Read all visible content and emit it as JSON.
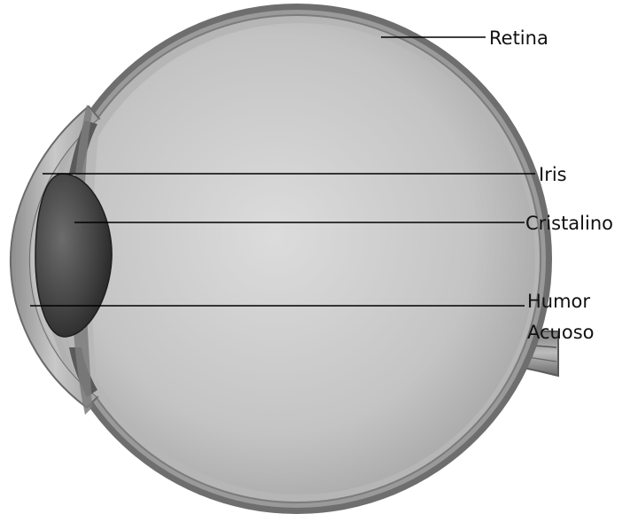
{
  "diagram": {
    "labels": {
      "retina": "Retina",
      "iris": "Iris",
      "lens": "Cristalino",
      "humor_line1": "Humor",
      "humor_line2": "Acuoso"
    },
    "colors": {
      "background": "#ffffff",
      "sclera_outer": "#6e6e6e",
      "sclera_inner": "#9a9a9a",
      "vitreous_light": "#d6d6d6",
      "vitreous_dark": "#a9a9a9",
      "lens_light": "#6a6a6a",
      "lens_dark": "#2a2a2a",
      "cornea": "#bdbdbd",
      "label_text": "#111111",
      "leader_line": "#000000"
    }
  }
}
